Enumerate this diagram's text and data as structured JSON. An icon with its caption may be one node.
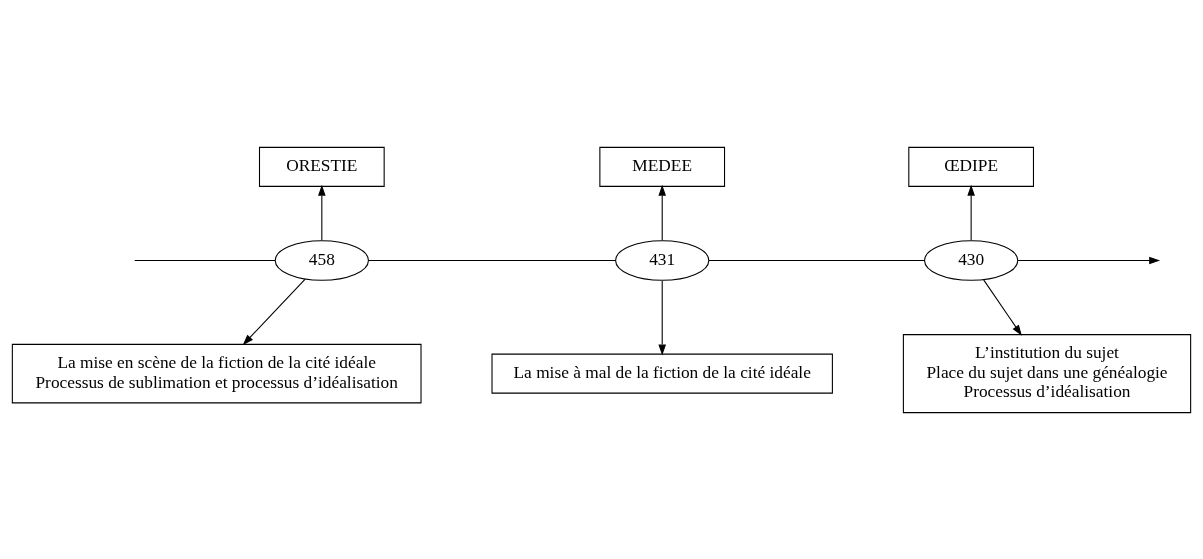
{
  "diagram": {
    "nodes": [
      {
        "text": [
          "ORESTIE"
        ]
      },
      {
        "text": [
          "MEDEE"
        ]
      },
      {
        "text": [
          "ŒDIPE"
        ]
      },
      {
        "text": [
          "458"
        ]
      },
      {
        "text": [
          "431"
        ]
      },
      {
        "text": [
          "430"
        ]
      },
      {
        "text": [
          "La mise en scène de la fiction de la cité idéale",
          "Processus de sublimation et processus d’idéalisation"
        ]
      },
      {
        "text": [
          "La mise à mal de la fiction de la cité idéale"
        ]
      },
      {
        "text": [
          "L’institution du sujet",
          "Place du sujet dans une généalogie",
          "Processus d’idéalisation"
        ]
      }
    ],
    "edges": [
      {
        "from": null,
        "to": 3,
        "arrow": "none"
      },
      {
        "from": 3,
        "to": 4,
        "arrow": "none"
      },
      {
        "from": 4,
        "to": 5,
        "arrow": "none"
      },
      {
        "from": 5,
        "to": null,
        "arrow": "to"
      },
      {
        "from": 3,
        "to": 0,
        "arrow": "to"
      },
      {
        "from": 3,
        "to": 6,
        "arrow": "to"
      },
      {
        "from": 4,
        "to": 1,
        "arrow": "to"
      },
      {
        "from": 4,
        "to": 7,
        "arrow": "to"
      },
      {
        "from": 5,
        "to": 2,
        "arrow": "to"
      },
      {
        "from": 5,
        "to": 8,
        "arrow": "to"
      }
    ]
  }
}
